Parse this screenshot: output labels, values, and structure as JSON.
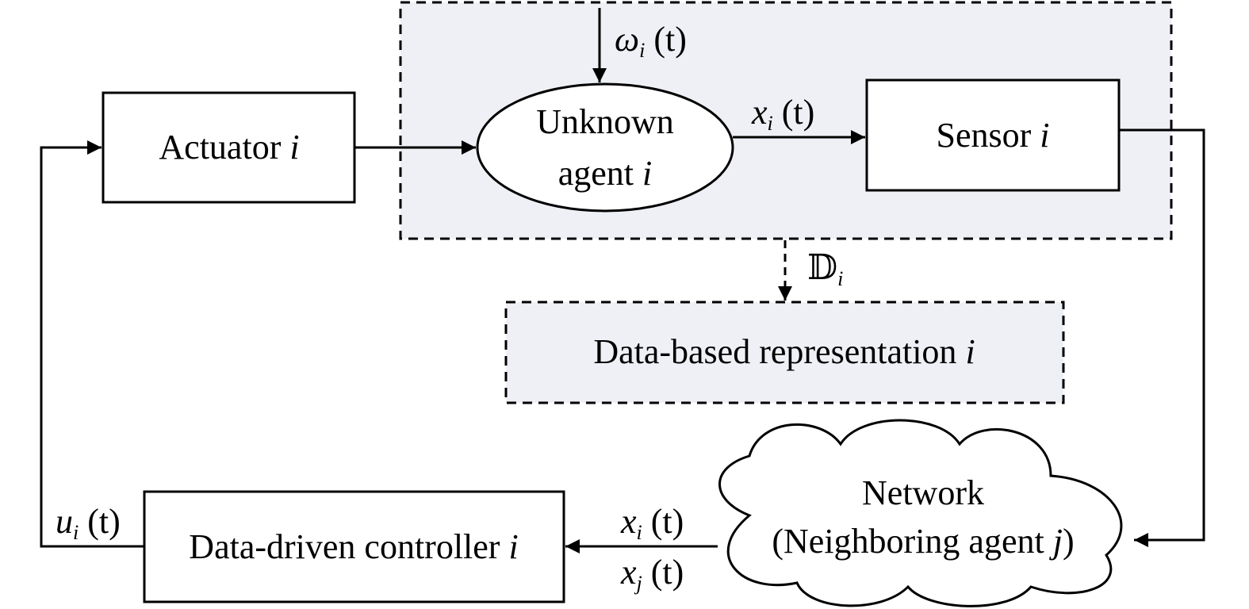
{
  "blocks": {
    "actuator": {
      "text": "Actuator ",
      "index": "i"
    },
    "agent": {
      "line1": "Unknown",
      "line2": "agent ",
      "index": "i"
    },
    "sensor": {
      "text": "Sensor ",
      "index": "i"
    },
    "representation": {
      "text": "Data-based representation ",
      "index": "i"
    },
    "controller": {
      "text": "Data-driven controller ",
      "index": "i"
    },
    "network": {
      "line1": "Network",
      "line2a": "(Neighboring agent ",
      "line2_index": "j",
      "line2b": ")"
    }
  },
  "signals": {
    "disturbance": {
      "sym": "ω",
      "sub": "i",
      "arg": " (t)"
    },
    "state_out": {
      "sym": "x",
      "sub": "i",
      "arg": " (t)"
    },
    "dataset": {
      "sym": "𝔻",
      "sub": "i"
    },
    "control": {
      "sym": "u",
      "sub": "i",
      "arg": " (t)"
    },
    "to_ctrl_i": {
      "sym": "x",
      "sub": "i",
      "arg": " (t)"
    },
    "to_ctrl_j": {
      "sym": "x",
      "sub": "j",
      "arg": " (t)"
    }
  },
  "colors": {
    "shade": "#eef0f5",
    "stroke": "#000000"
  }
}
